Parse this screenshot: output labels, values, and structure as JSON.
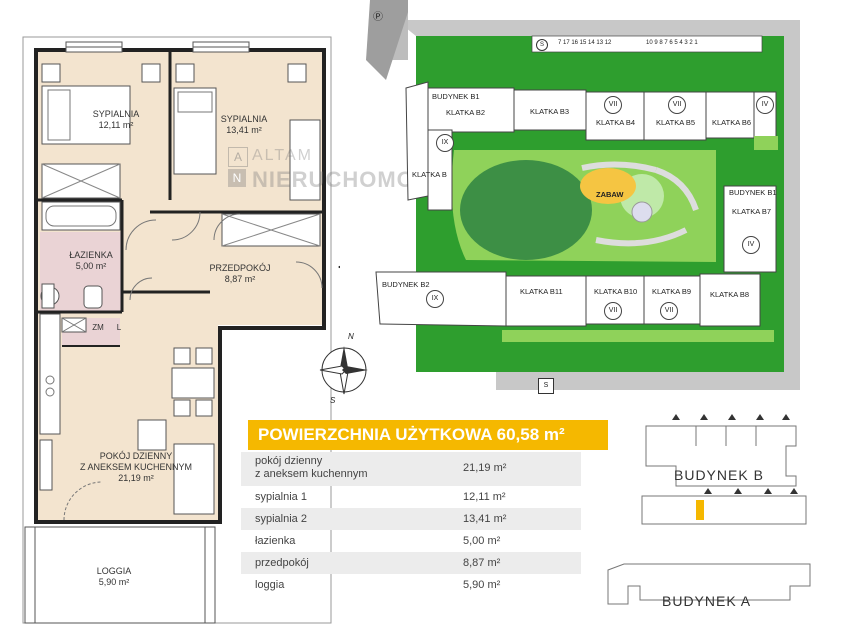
{
  "floorplan": {
    "rooms": {
      "bedroom1": {
        "name": "SYPIALNIA",
        "area": "12,11 m²"
      },
      "bedroom2": {
        "name": "SYPIALNIA",
        "area": "13,41 m²"
      },
      "bathroom": {
        "name": "ŁAZIENKA",
        "area": "5,00 m²"
      },
      "hall": {
        "name": "PRZEDPOKÓJ",
        "area": "8,87 m²"
      },
      "living1": "POKÓJ DZIENNY",
      "living2": "Z ANEKSEM KUCHENNYM",
      "living_area": "21,19 m²",
      "loggia": {
        "name": "LOGGIA",
        "area": "5,90 m²"
      }
    },
    "symbols": {
      "zm": "ZM",
      "l": "L"
    }
  },
  "watermark": {
    "line1": "ALTAM",
    "line2": "NIERUCHOMOŚCI",
    "letters": [
      "A",
      "N"
    ]
  },
  "summary": {
    "title": "POWIERZCHNIA UŻYTKOWA 60,58 m²",
    "rows": [
      {
        "name_line1": "pokój dzienny",
        "name_line2": "z aneksem kuchennym",
        "value": "21,19 m²"
      },
      {
        "name_line1": "sypialnia 1",
        "value": "12,11 m²"
      },
      {
        "name_line1": "sypialnia 2",
        "value": "13,41 m²"
      },
      {
        "name_line1": "łazienka",
        "value": "5,00 m²"
      },
      {
        "name_line1": "przedpokój",
        "value": "8,87 m²"
      },
      {
        "name_line1": "loggia",
        "value": "5,90 m²"
      }
    ]
  },
  "compass": {
    "n": "N",
    "s": "S"
  },
  "site": {
    "labels": {
      "b1": "BUDYNEK B1",
      "b2_top": "KLATKA B2",
      "b3": "KLATKA B3",
      "b4": "KLATKA B4",
      "b5": "KLATKA B5",
      "b6": "KLATKA B6",
      "b1_right": "BUDYNEK B1",
      "b7": "KLATKA B7",
      "b8": "KLATKA B8",
      "b9": "KLATKA B9",
      "b10": "KLATKA B10",
      "b11": "KLATKA B11",
      "budynek_b2": "BUDYNEK B2",
      "b2_left": "KLATKA B",
      "zabaw": "ZABAW"
    },
    "romans": {
      "ix_top": "IX",
      "vii_a": "VII",
      "vii_b": "VII",
      "iv_a": "IV",
      "iv_b": "IV",
      "ix_left": "IX",
      "vii_c": "VII",
      "vii_d": "VII"
    },
    "parking_numbers_left": "7 17 16 15 14 13 12",
    "parking_numbers_right": "10 9 8 7 6 5 4 3 2 1",
    "s_markers": [
      "S",
      "S"
    ],
    "corner_marker": "Ⓟ"
  },
  "keys": {
    "budynek_b": "BUDYNEK B",
    "budynek_a": "BUDYNEK A"
  },
  "colors": {
    "yellow": "#f5b800",
    "green": "#2e9e2e",
    "light_green": "#8fd25a",
    "floor": "#f3e4cf",
    "bath": "#e8d3d6",
    "road": "#c8c8c8"
  }
}
